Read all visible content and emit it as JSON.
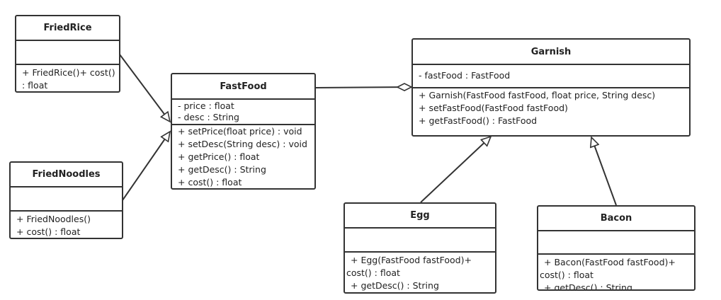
{
  "classes": {
    "friedrice": {
      "name": "FriedRice",
      "attributes": [],
      "methods": [
        "+ FriedRice()+ cost()",
        ": float"
      ]
    },
    "friednoodles": {
      "name": "FriedNoodles",
      "attributes": [],
      "methods": [
        "+ FriedNoodles()",
        "+ cost() : float"
      ]
    },
    "fastfood": {
      "name": "FastFood",
      "attributes": [
        "- price : float",
        "- desc : String"
      ],
      "methods": [
        "+ setPrice(float price) : void",
        "+ setDesc(String desc) : void",
        "+ getPrice() : float",
        "+ getDesc() : String",
        "+ cost() : float"
      ]
    },
    "garnish": {
      "name": "Garnish",
      "attributes": [
        "- fastFood : FastFood"
      ],
      "methods": [
        "+ Garnish(FastFood fastFood, float price, String desc)",
        "+ setFastFood(FastFood fastFood)",
        "+ getFastFood() : FastFood"
      ]
    },
    "egg": {
      "name": "Egg",
      "attributes": [],
      "methods": [
        "+ Egg(FastFood fastFood)+",
        "cost() : float",
        "+ getDesc() : String"
      ]
    },
    "bacon": {
      "name": "Bacon",
      "attributes": [],
      "methods": [
        "+ Bacon(FastFood fastFood)+",
        "cost() : float",
        "+ getDesc() : String"
      ]
    }
  },
  "relations": [
    {
      "from": "FriedRice",
      "to": "FastFood",
      "type": "generalization"
    },
    {
      "from": "FriedNoodles",
      "to": "FastFood",
      "type": "generalization"
    },
    {
      "from": "Garnish",
      "to": "FastFood",
      "type": "aggregation"
    },
    {
      "from": "Egg",
      "to": "Garnish",
      "type": "generalization"
    },
    {
      "from": "Bacon",
      "to": "Garnish",
      "type": "generalization"
    }
  ]
}
